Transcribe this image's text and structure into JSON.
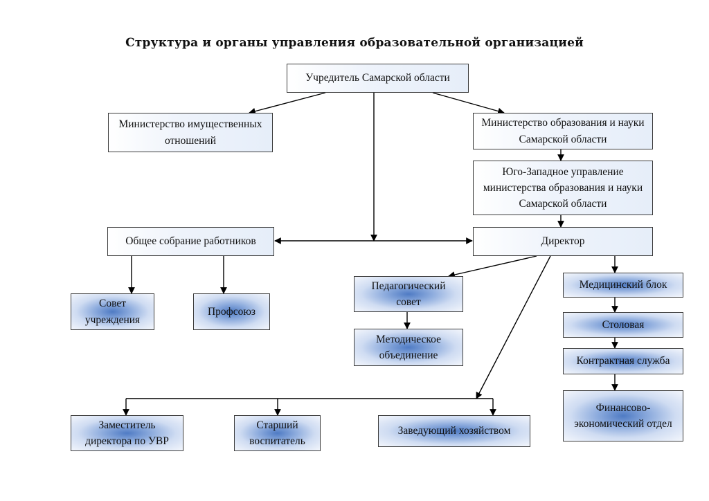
{
  "title": "Структура и органы управления образовательной организацией",
  "nodes": {
    "founder": "Учредитель Самарской области",
    "ministry_property": "Министерство имущественных отношений",
    "ministry_education": "Министерство образования и науки Самарской области",
    "southwest_dept": "Юго-Западное управление министерства образования и науки Самарской области",
    "general_meeting": "Общее собрание работников",
    "director": "Директор",
    "institution_council": "Совет учреждения",
    "trade_union": "Профсоюз",
    "pedagogical_council": "Педагогический совет",
    "methodical_association": "Методическое объединение",
    "medical_unit": "Медицинский блок",
    "canteen": "Столовая",
    "contract_service": "Контрактная служба",
    "finance_dept": "Финансово-экономический отдел",
    "deputy_director": "Заместитель директора по УВР",
    "senior_educator": "Старший воспитатель",
    "facilities_manager": "Заведующий хозяйством"
  }
}
